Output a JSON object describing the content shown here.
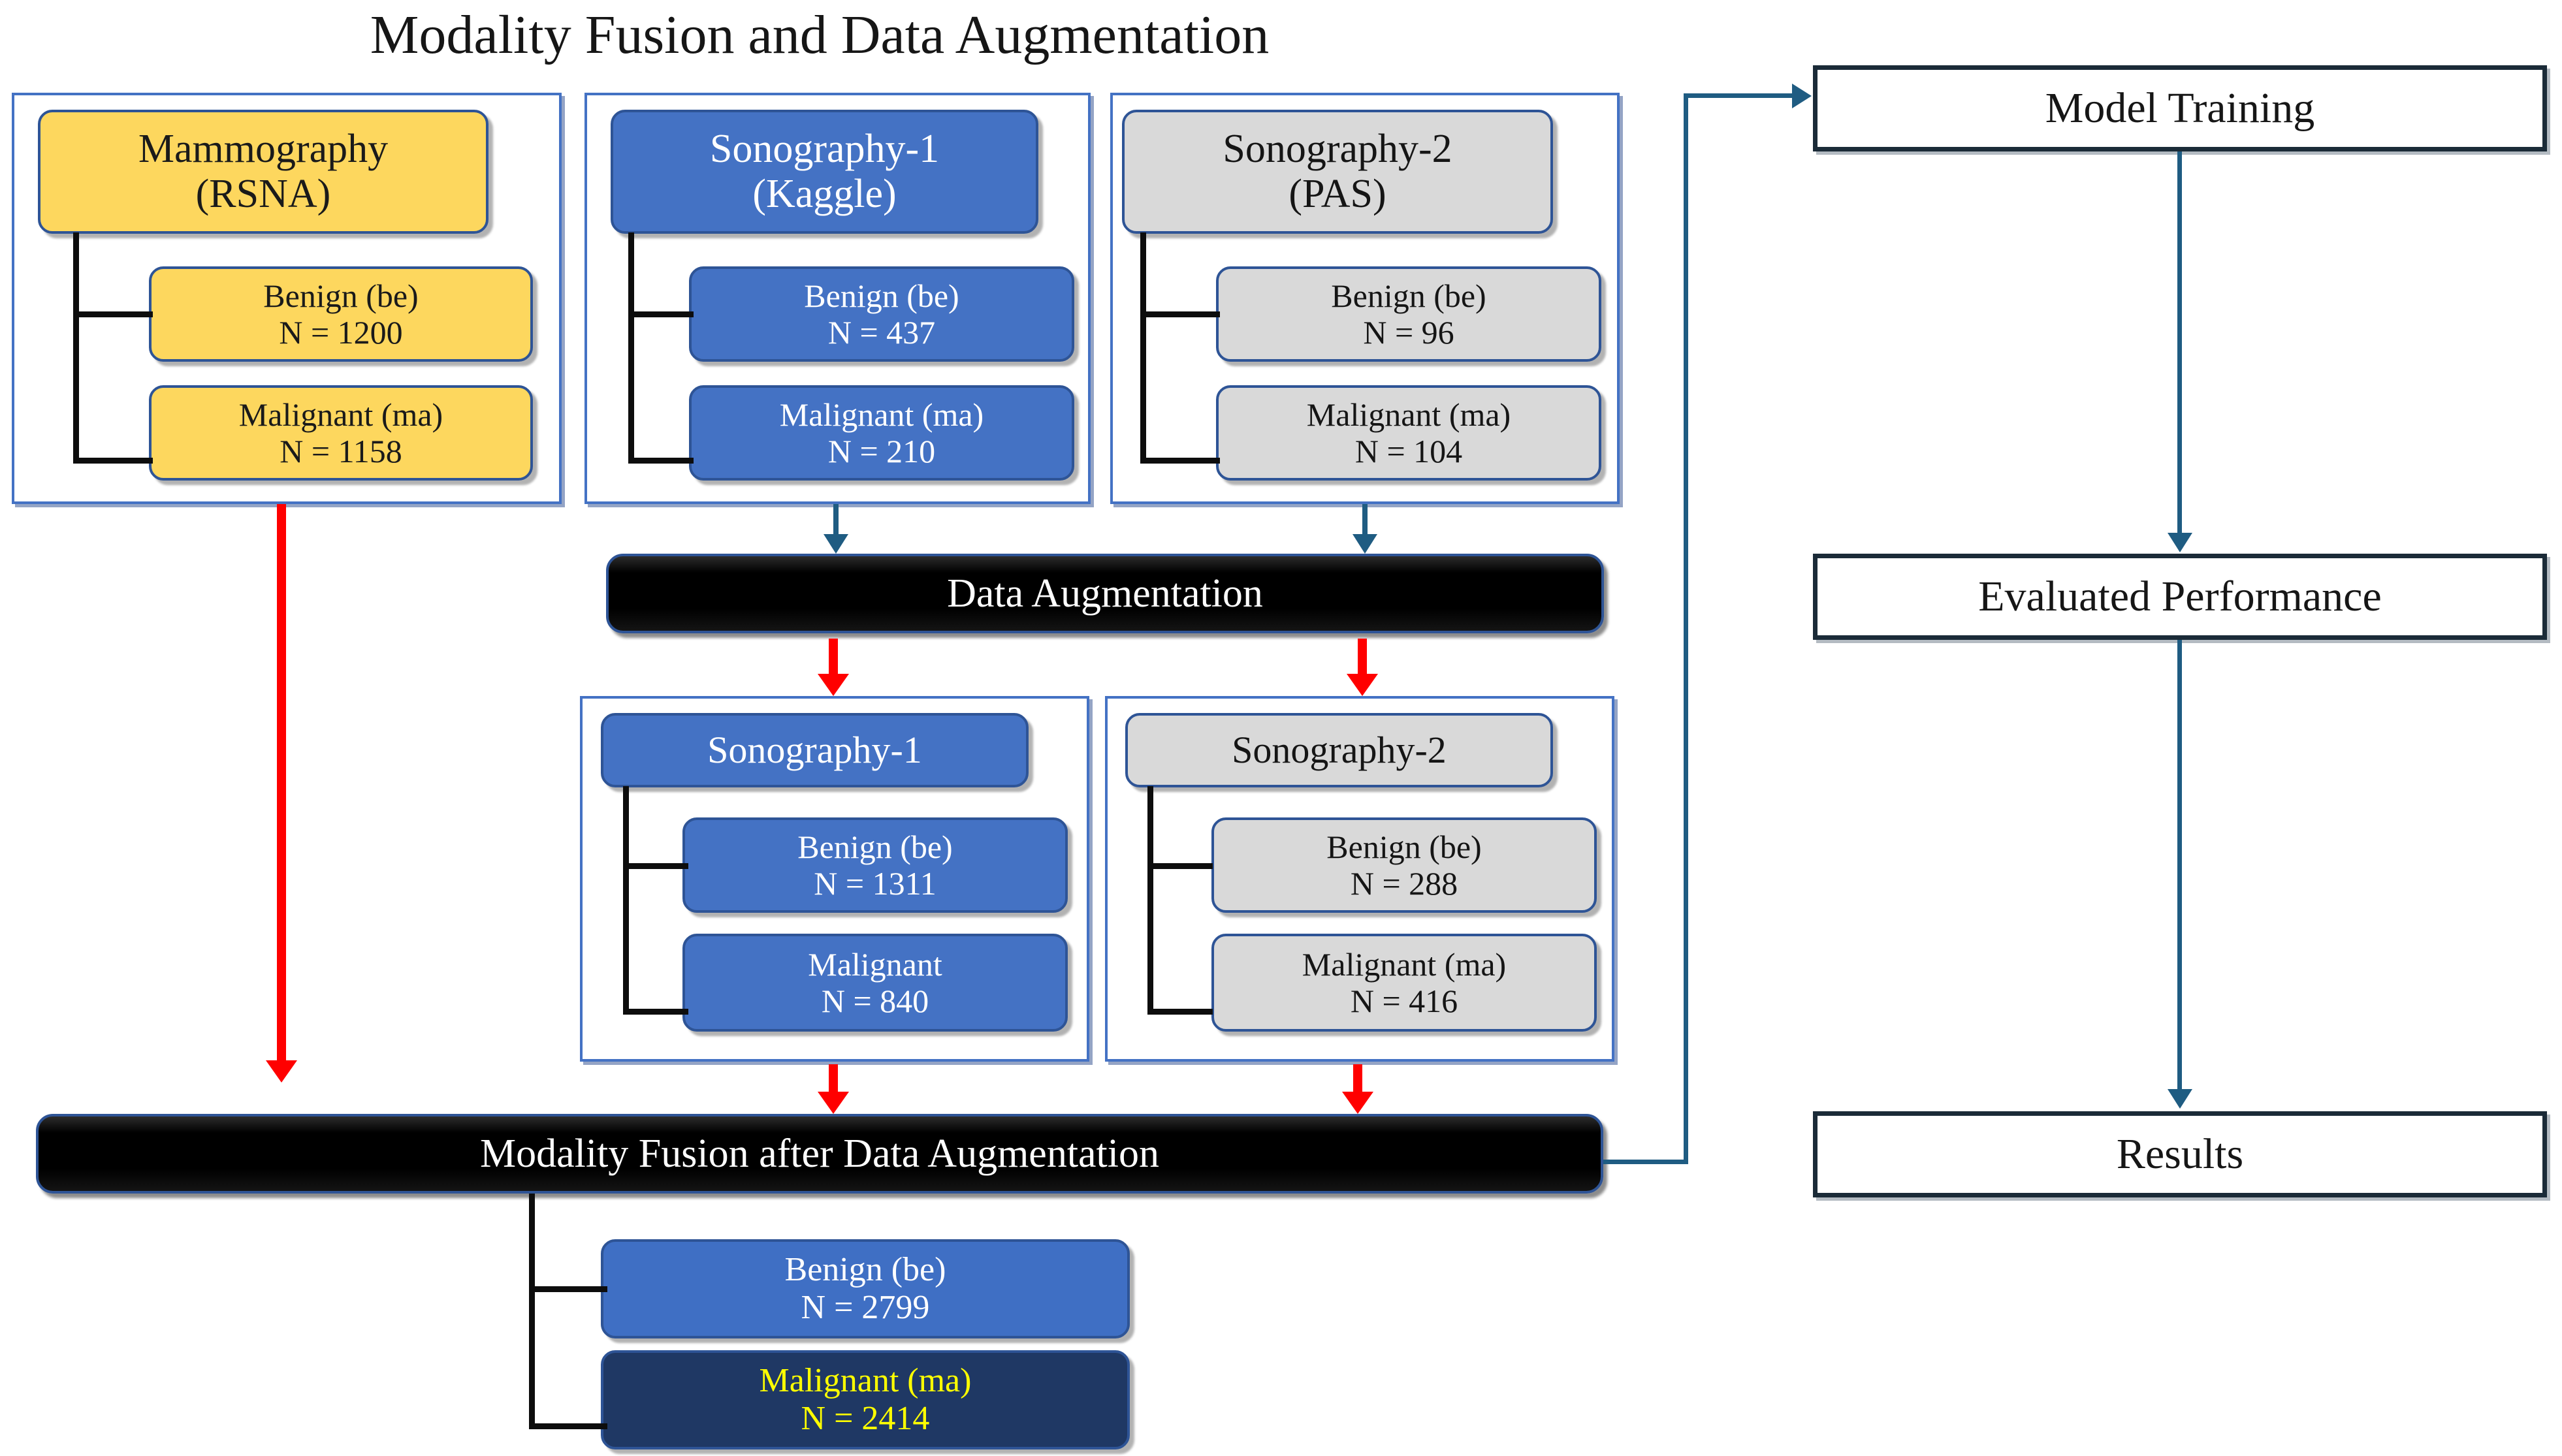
{
  "title": "Modality Fusion and Data Augmentation",
  "sources": [
    {
      "id": "mammography",
      "head_line1": "Mammography",
      "head_line2": "(RSNA)",
      "benign_label": "Benign (be)",
      "benign_n": "N = 1200",
      "malignant_label": "Malignant (ma)",
      "malignant_n": "N = 1158",
      "color": "#FDD75E"
    },
    {
      "id": "sonography-1",
      "head_line1": "Sonography-1",
      "head_line2": "(Kaggle)",
      "benign_label": "Benign (be)",
      "benign_n": "N = 437",
      "malignant_label": "Malignant (ma)",
      "malignant_n": "N = 210",
      "color": "#4472C4"
    },
    {
      "id": "sonography-2",
      "head_line1": "Sonography-2",
      "head_line2": "(PAS)",
      "benign_label": "Benign (be)",
      "benign_n": "N = 96",
      "malignant_label": "Malignant (ma)",
      "malignant_n": "N = 104",
      "color": "#D9D9D9"
    }
  ],
  "augmentation": {
    "bar_label": "Data Augmentation",
    "groups": [
      {
        "id": "sonography-1-aug",
        "head": "Sonography-1",
        "benign_label": "Benign (be)",
        "benign_n": "N = 1311",
        "malignant_label": "Malignant",
        "malignant_n": "N = 840",
        "color": "#4472C4"
      },
      {
        "id": "sonography-2-aug",
        "head": "Sonography-2",
        "benign_label": "Benign (be)",
        "benign_n": "N = 288",
        "malignant_label": "Malignant (ma)",
        "malignant_n": "N = 416",
        "color": "#D9D9D9"
      }
    ]
  },
  "fusion": {
    "bar_label": "Modality Fusion after Data Augmentation",
    "benign_label": "Benign (be)",
    "benign_n": "N = 2799",
    "malignant_label": "Malignant (ma)",
    "malignant_n": "N = 2414"
  },
  "pipeline": {
    "model_training": "Model Training",
    "evaluated_performance": "Evaluated Performance",
    "results": "Results"
  },
  "colors": {
    "yellow": "#FDD75E",
    "blue": "#4472C4",
    "gray": "#D9D9D9",
    "navy": "#1F3864",
    "malignant_text": "#FFFF00",
    "red_arrow": "#FF0000",
    "blue_arrow": "#1F5C82",
    "box_border": "#2E5496"
  }
}
